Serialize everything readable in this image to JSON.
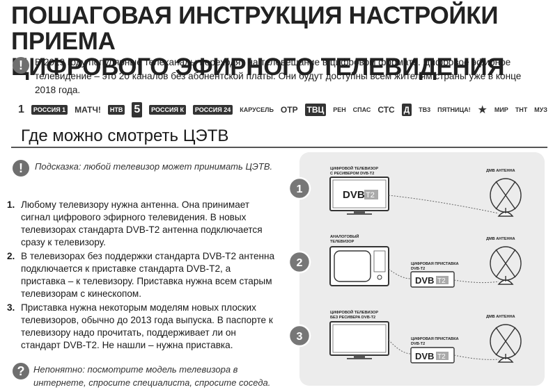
{
  "title_line1": "ПОШАГОВАЯ ИНСТРУКЦИЯ НАСТРОЙКИ ПРИЕМА",
  "title_line2": "ЦИФРОВОГО ЭФИРНОГО ТЕЛЕВИДЕНИЯ",
  "intro": "В 2019 году популярные телеканалы переходят на телевещание в цифровом формате. Цифровое эфирное телевидение – это 20 каналов без абонентской платы. Они будут доступны всем жителям страны уже в конце 2018 года.",
  "channels": [
    "1",
    "РОССИЯ 1",
    "МАТЧ!",
    "НТВ",
    "5",
    "РОССИЯ К",
    "РОССИЯ 24",
    "КАРУСЕЛЬ",
    "ОТР",
    "ТВЦ",
    "РЕН",
    "СПАС",
    "СТС",
    "Д",
    "ТВ3",
    "ПЯТНИЦА!",
    "★",
    "МИР",
    "ТНТ",
    "МУЗ"
  ],
  "subtitle": "Где можно смотреть ЦЭТВ",
  "hint": "Подсказка: любой телевизор может принимать ЦЭТВ.",
  "steps": [
    {
      "num": "1.",
      "text": "Любому телевизору нужна антенна. Она принимает сигнал цифрового эфирного телевидения. В новых телевизорах стандарта DVB-T2 антенна подключается сразу к телевизору."
    },
    {
      "num": "2.",
      "text": "В телевизорах без поддержки стандарта DVB-T2 антенна подключается к приставке стандарта DVB-T2, а приставка – к телевизору. Приставка нужна всем старым телевизорам с кинескопом."
    },
    {
      "num": "3.",
      "text": "Приставка нужна некоторым моделям новых плоских телевизоров, обычно до 2013 года выпуска. В паспорте к телевизору надо прочитать, поддерживает ли он стандарт DVB-T2. Не нашли – нужна приставка."
    }
  ],
  "question": "Непонятно: посмотрите модель телевизора в интернете, спросите специалиста, спросите соседа.",
  "diagram": {
    "scenarios": [
      {
        "num": "1",
        "tv_label_line1": "ЦИФРОВОЙ ТЕЛЕВИЗОР",
        "tv_label_line2": "С РЕСИВЕРОМ DVB-T2",
        "antenna_label": "ДМВ АНТЕННА",
        "screen_logo": "DVB",
        "screen_logo_suffix": "T2"
      },
      {
        "num": "2",
        "tv_label_line1": "АНАЛОГОВЫЙ",
        "tv_label_line2": "ТЕЛЕВИЗОР",
        "antenna_label": "ДМВ АНТЕННА",
        "box_label_line1": "ЦИФРОВАЯ ПРИСТАВКА",
        "box_label_line2": "DVB-T2",
        "box_logo": "DVB",
        "box_logo_suffix": "T2"
      },
      {
        "num": "3",
        "tv_label_line1": "ЦИФРОВОЙ ТЕЛЕВИЗОР",
        "tv_label_line2": "БЕЗ РЕСИВЕРА DVB-T2",
        "antenna_label": "ДМВ АНТЕННА",
        "box_label_line1": "ЦИФРОВАЯ ПРИСТАВКА",
        "box_label_line2": "DVB-T2",
        "box_logo": "DVB",
        "box_logo_suffix": "T2"
      }
    ]
  }
}
